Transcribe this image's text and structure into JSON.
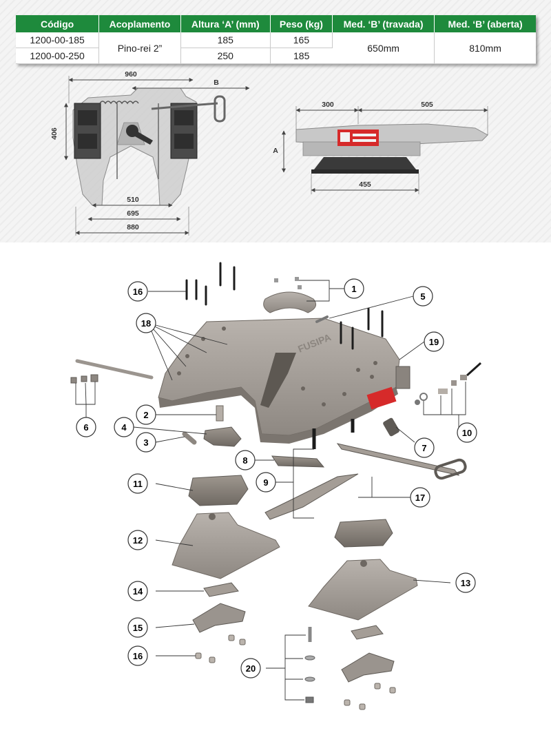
{
  "table": {
    "headers": [
      "Código",
      "Acoplamento",
      "Altura ‘A’ (mm)",
      "Peso (kg)",
      "Med. ‘B’ (travada)",
      "Med. ‘B’ (aberta)"
    ],
    "rows": [
      {
        "codigo": "1200-00-185",
        "altura": "185",
        "peso": "165"
      },
      {
        "codigo": "1200-00-250",
        "altura": "250",
        "peso": "185"
      }
    ],
    "acoplamento": "Pino-rei 2”",
    "med_b_travada": "650mm",
    "med_b_aberta": "810mm",
    "header_color": "#1e8a3c"
  },
  "top_view_dims": {
    "width_total": "960",
    "b_label": "B",
    "height": "406",
    "inner_510": "510",
    "inner_695": "695",
    "outer_880": "880"
  },
  "side_view_dims": {
    "left": "300",
    "right": "505",
    "a_label": "A",
    "base": "455"
  },
  "brand": "FUSIPA",
  "callouts": [
    "1",
    "2",
    "3",
    "4",
    "5",
    "6",
    "7",
    "8",
    "9",
    "10",
    "11",
    "12",
    "13",
    "14",
    "15",
    "16",
    "16",
    "17",
    "18",
    "19",
    "20"
  ]
}
